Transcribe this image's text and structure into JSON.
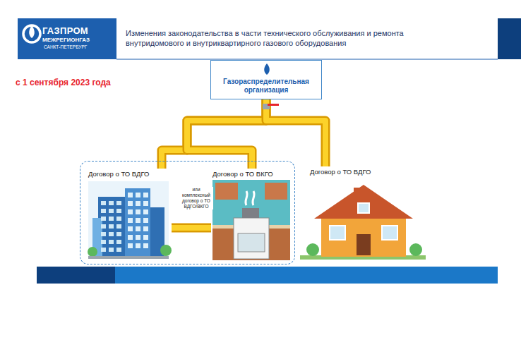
{
  "diagram": {
    "title": "Изменения законодательства в части технического обслуживания и ремонта внутридомового и внутриквартирного газового оборудования",
    "nodes": [
      {
        "text": [
          "Газораспределительная организация"
        ]
      },
      {
        "text": [
          "или комплексный договор о ТО ВДГО/ВКГО"
        ]
      },
      {
        "text": [
          "Договор о ТО ВДГО"
        ],
        "in": 1
      },
      {
        "text": [
          "Договор о ТО ВКГО"
        ],
        "in": 1
      },
      {
        "text": [
          "Договор о ТО ВДГО"
        ]
      }
    ],
    "edges": [
      {
        "from": 0,
        "to": 2,
        "arrow": "none"
      },
      {
        "from": 0,
        "to": 3,
        "arrow": "none"
      },
      {
        "from": 0,
        "to": 4,
        "arrow": "none"
      },
      {
        "from": 2,
        "to": 3,
        "arrow": "none"
      }
    ],
    "labels": [
      "ГАЗПРОМ",
      "МЕЖРЕГИОНГАЗ",
      "САНКТ-ПЕТЕРБУРГ",
      "с 1 сентября 2023 года"
    ]
  }
}
